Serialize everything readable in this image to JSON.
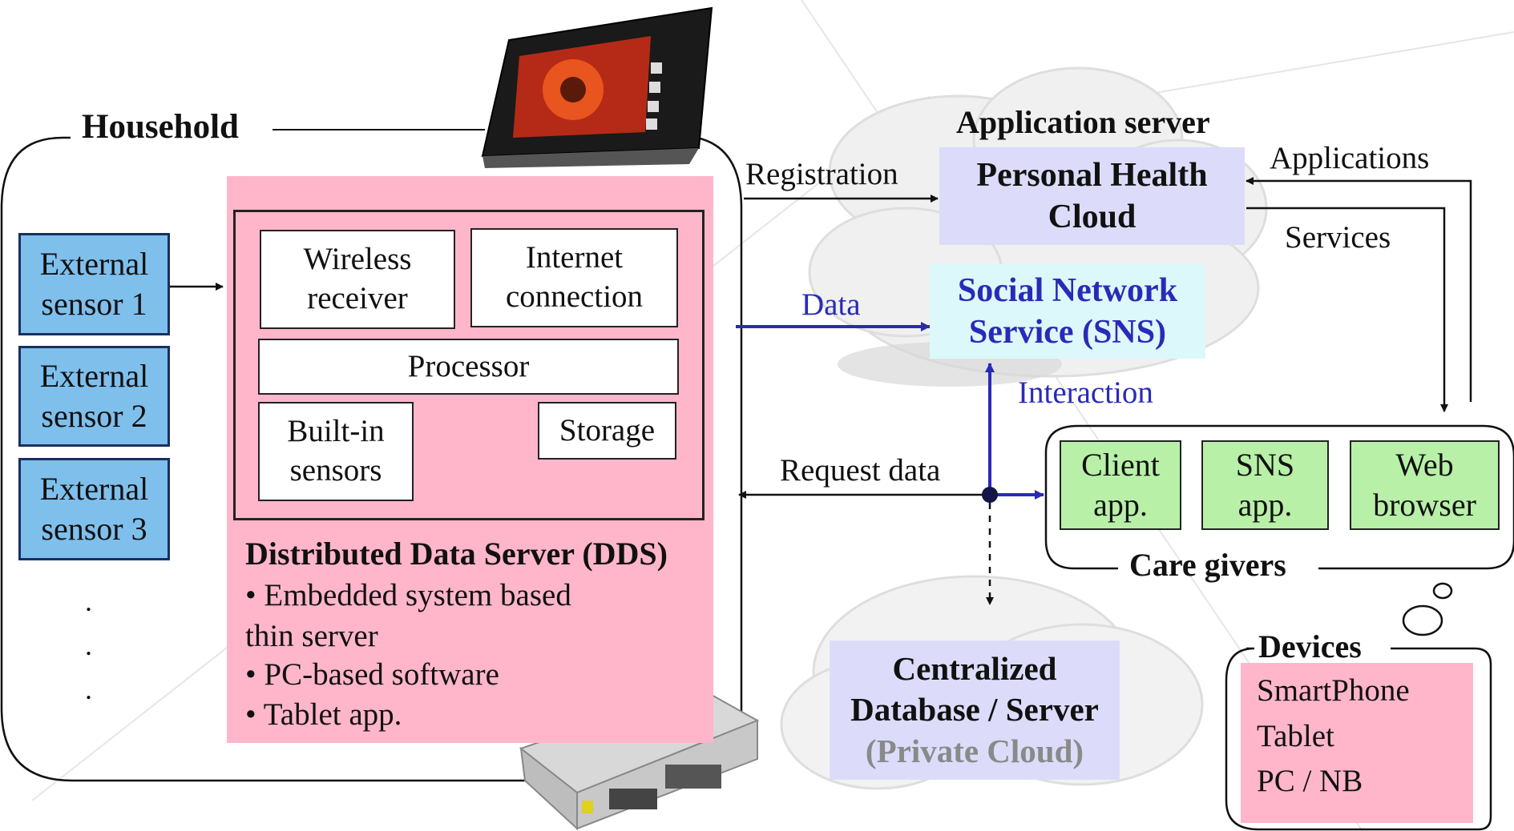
{
  "household": {
    "title": "Household",
    "sensors": [
      "External\nsensor 1",
      "External\nsensor 2",
      "External\nsensor 3"
    ],
    "ellipsis": [
      ".",
      ".",
      "."
    ]
  },
  "dds": {
    "components": {
      "wireless": "Wireless\nreceiver",
      "internet": "Internet\nconnection",
      "processor": "Processor",
      "builtin": "Built-in\nsensors",
      "storage": "Storage"
    },
    "title": "Distributed Data Server (DDS)",
    "bullets": [
      "• Embedded system based\n   thin server",
      "• PC-based software",
      "• Tablet app."
    ]
  },
  "cloud": {
    "app_server_title": "Application server",
    "phc": "Personal Health\nCloud",
    "sns": "Social Network\nService (SNS)",
    "db_title": "Centralized\nDatabase / Server",
    "db_subtitle": "(Private Cloud)"
  },
  "arrows": {
    "registration": "Registration",
    "data": "Data",
    "interaction": "Interaction",
    "request_data": "Request data",
    "applications": "Applications",
    "services": "Services"
  },
  "care_givers": {
    "title": "Care givers",
    "items": [
      "Client\napp.",
      "SNS\napp.",
      "Web\nbrowser"
    ]
  },
  "devices": {
    "title": "Devices",
    "items": [
      "SmartPhone",
      "Tablet",
      "PC / NB"
    ]
  },
  "colors": {
    "dds_fill": "#ffb6cb",
    "sensor_fill": "#7fbfec",
    "care_fill": "#b8f0a8",
    "server_fill": "#dcdcfa",
    "sns_fill": "#dcf8fa",
    "accent_blue": "#2a2ab8"
  }
}
